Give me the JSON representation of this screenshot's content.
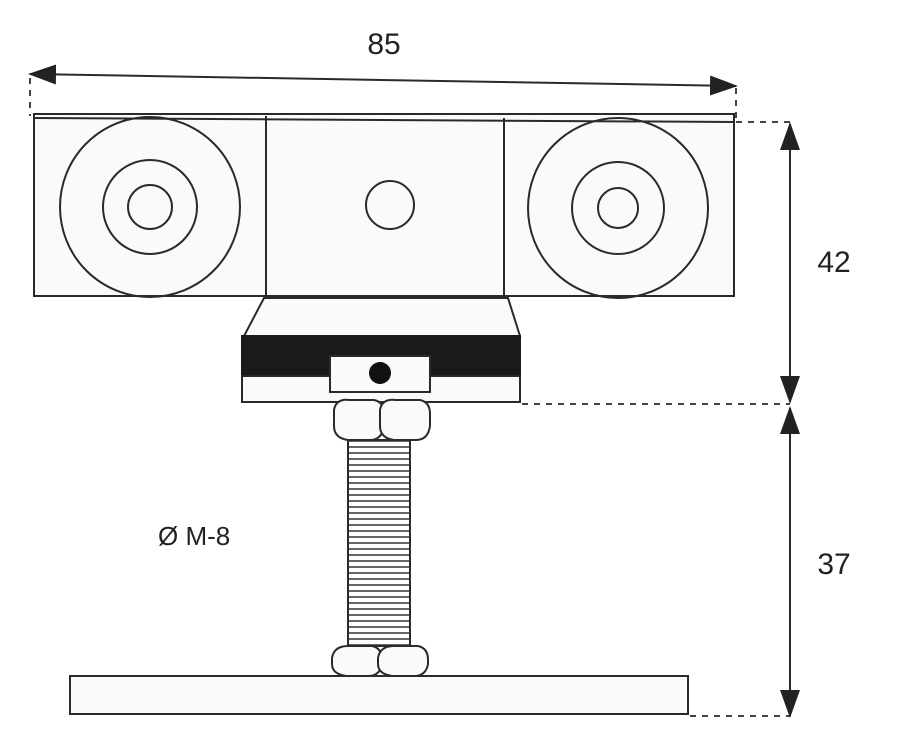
{
  "dimensions": {
    "width_label": "85",
    "upper_height_label": "42",
    "lower_height_label": "37"
  },
  "thread_spec": "Ø M-8",
  "colors": {
    "line": "#2a2a2a",
    "band": "#1a1a1a",
    "background": "#ffffff"
  }
}
